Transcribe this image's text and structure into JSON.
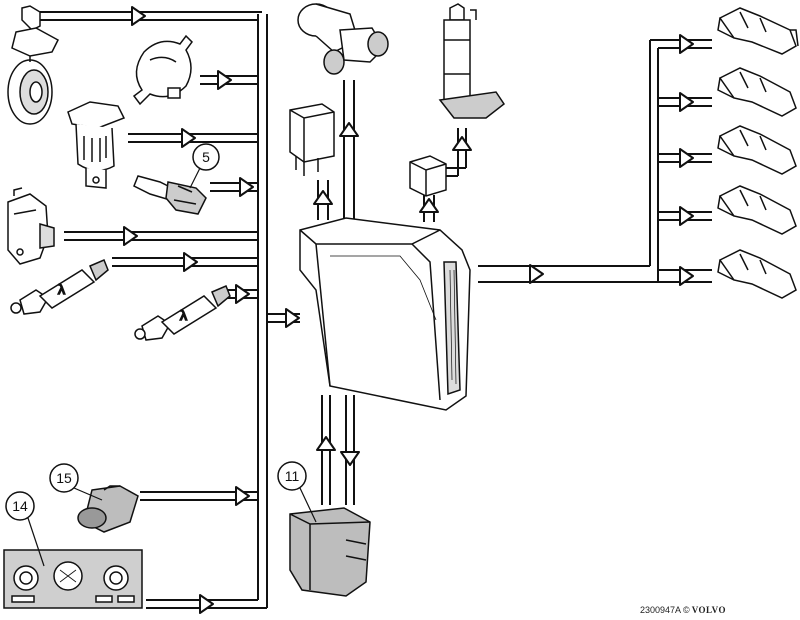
{
  "callouts": {
    "c5": "5",
    "c11": "11",
    "c14": "14",
    "c15": "15"
  },
  "lambda_symbol": "λ",
  "reference": {
    "code": "2300947A",
    "copyright": "©",
    "brand": "VOLVO"
  },
  "colors": {
    "line": "#111111",
    "component_fill": "#ffffff",
    "shade_fill": "#bdbdbd",
    "ecm_shade": "#d6d6d6"
  }
}
